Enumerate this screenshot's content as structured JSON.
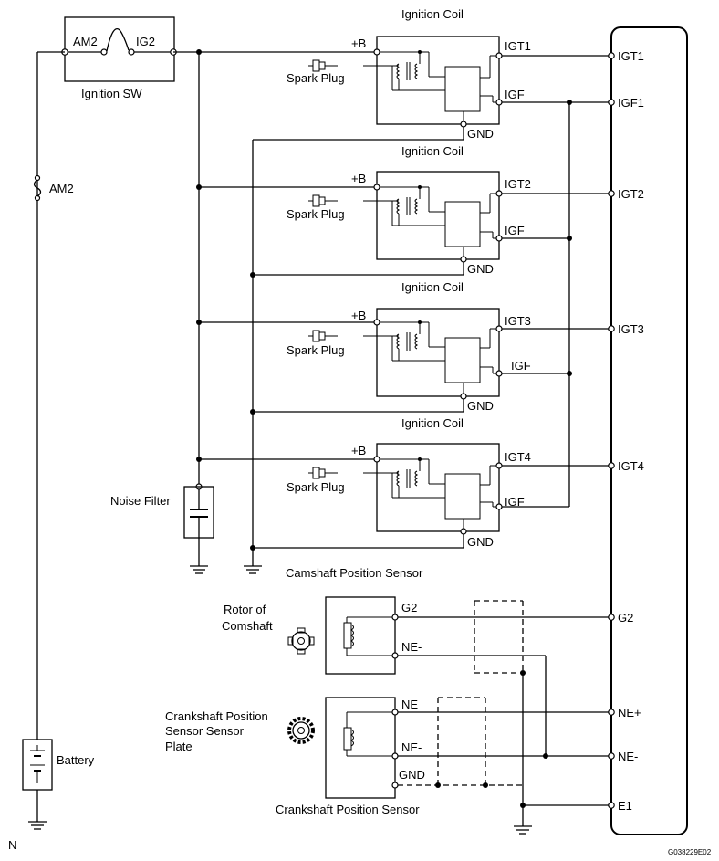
{
  "ignition_switch": {
    "pin_left": "AM2",
    "pin_right": "IG2",
    "name": "Ignition SW"
  },
  "fuse": {
    "name": "AM2"
  },
  "battery": {
    "name": "Battery"
  },
  "noise_filter": {
    "name": "Noise Filter"
  },
  "coils": [
    {
      "title": "Ignition Coil",
      "plus_b": "+B",
      "igt": "IGT1",
      "igf": "IGF",
      "gnd": "GND",
      "spark_plug": "Spark Plug"
    },
    {
      "title": "Ignition Coil",
      "plus_b": "+B",
      "igt": "IGT2",
      "igf": "IGF",
      "gnd": "GND",
      "spark_plug": "Spark Plug"
    },
    {
      "title": "Ignition Coil",
      "plus_b": "+B",
      "igt": "IGT3",
      "igf": "IGF",
      "gnd": "GND",
      "spark_plug": "Spark Plug"
    },
    {
      "title": "Ignition Coil",
      "plus_b": "+B",
      "igt": "IGT4",
      "igf": "IGF",
      "gnd": "GND",
      "spark_plug": "Spark Plug"
    }
  ],
  "ecm_pins": [
    "IGT1",
    "IGF1",
    "IGT2",
    "IGT3",
    "IGT4",
    "G2",
    "NE+",
    "NE-",
    "E1"
  ],
  "cam_sensor": {
    "title": "Camshaft Position Sensor",
    "rotor_line1": "Rotor of",
    "rotor_line2": "Comshaft",
    "pin_g2": "G2",
    "pin_ne_minus": "NE-"
  },
  "crank_sensor": {
    "title": "Crankshaft Position Sensor",
    "plate_line1": "Crankshaft Position",
    "plate_line2": "Sensor  Sensor",
    "plate_line3": "Plate",
    "pin_ne": "NE",
    "pin_ne_minus": "NE-",
    "pin_gnd": "GND"
  },
  "corner_mark": "N",
  "figure_code": "G038229E02"
}
